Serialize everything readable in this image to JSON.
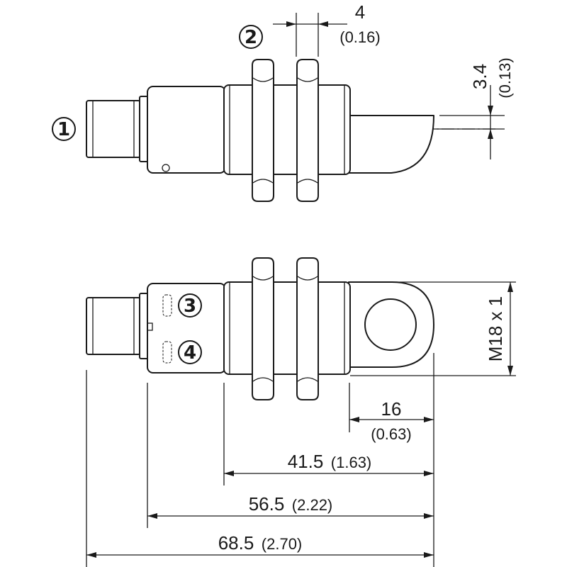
{
  "callouts": {
    "c1": "1",
    "c2": "2",
    "c3": "3",
    "c4": "4"
  },
  "dimensions": {
    "nut_width": {
      "value": "4",
      "inch": "(0.16)"
    },
    "offset": {
      "value": "3.4",
      "inch": "(0.13)"
    },
    "thread": {
      "label": "M18 x 1"
    },
    "bracket": {
      "value": "16",
      "inch": "(0.63)"
    },
    "d41": {
      "value": "41.5",
      "inch": "(1.63)"
    },
    "d56": {
      "value": "56.5",
      "inch": "(2.22)"
    },
    "d68": {
      "value": "68.5",
      "inch": "(2.70)"
    }
  }
}
